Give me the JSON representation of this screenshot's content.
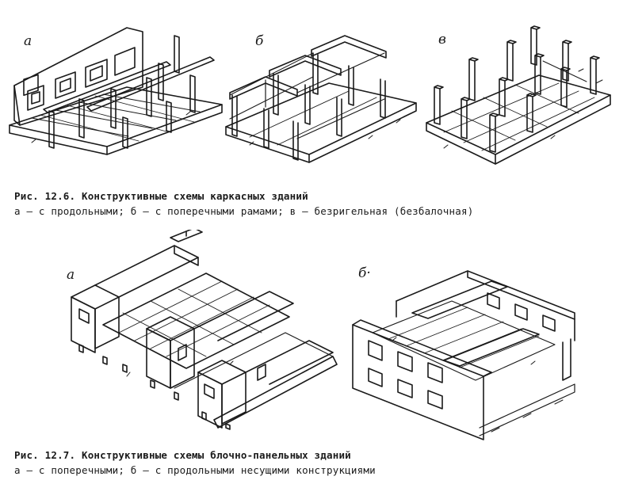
{
  "figure_12_6": {
    "caption_title": "Рис. 12.6. Конструктивные схемы каркасных зданий",
    "caption_text": "а — с продольными; б — с поперечными рамами; в — безригельная (безбалочная)",
    "labels": [
      "а",
      "б",
      "в"
    ]
  },
  "figure_12_7": {
    "caption_title": "Рис. 12.7. Конструктивные схемы блочно-панельных зданий",
    "caption_text": "а — с поперечными; б — с продольными несущими конструкциями",
    "labels": [
      "а",
      "б·"
    ]
  },
  "colors": {
    "ink": "#1a1a1a",
    "paper": "#ffffff"
  }
}
